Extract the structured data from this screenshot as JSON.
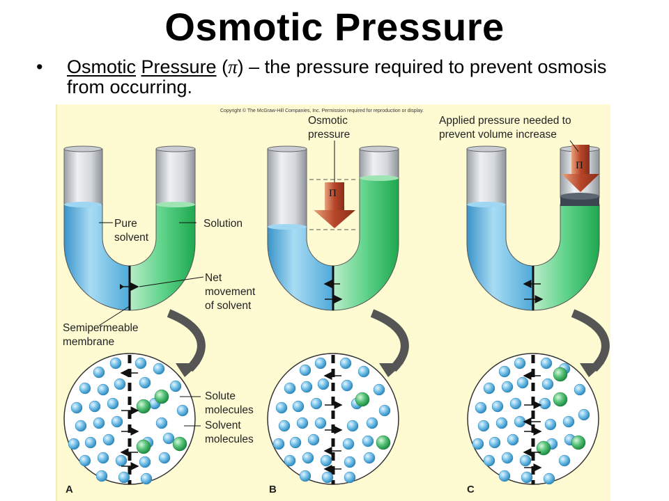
{
  "title": "Osmotic Pressure",
  "bullet": {
    "term_word1": "Osmotic",
    "term_word2": "Pressure",
    "symbol_open": "(",
    "symbol": "π",
    "symbol_close": ")",
    "definition": "– the pressure required to prevent osmosis from occurring."
  },
  "figure": {
    "copyright": "Copyright © The McGraw-Hill Companies, Inc. Permission required for reproduction or display.",
    "panel_a": {
      "letter": "A",
      "pure_solvent_line1": "Pure",
      "pure_solvent_line2": "solvent",
      "solution": "Solution",
      "net_line1": "Net",
      "net_line2": "movement",
      "net_line3": "of solvent",
      "membrane_line1": "Semipermeable",
      "membrane_line2": "membrane",
      "solute_line1": "Solute",
      "solute_line2": "molecules",
      "solvent_line1": "Solvent",
      "solvent_line2": "molecules"
    },
    "panel_b": {
      "letter": "B",
      "osmotic_line1": "Osmotic",
      "osmotic_line2": "pressure",
      "pi_symbol": "Π"
    },
    "panel_c": {
      "letter": "C",
      "applied_line1": "Applied pressure needed to",
      "applied_line2": "prevent volume increase",
      "pi_symbol": "Π"
    },
    "colors": {
      "solvent_blue": "#5db6e0",
      "solution_green": "#3ec36a",
      "pressure_arrow": "#b7462a",
      "background": "#fefbd3"
    }
  }
}
